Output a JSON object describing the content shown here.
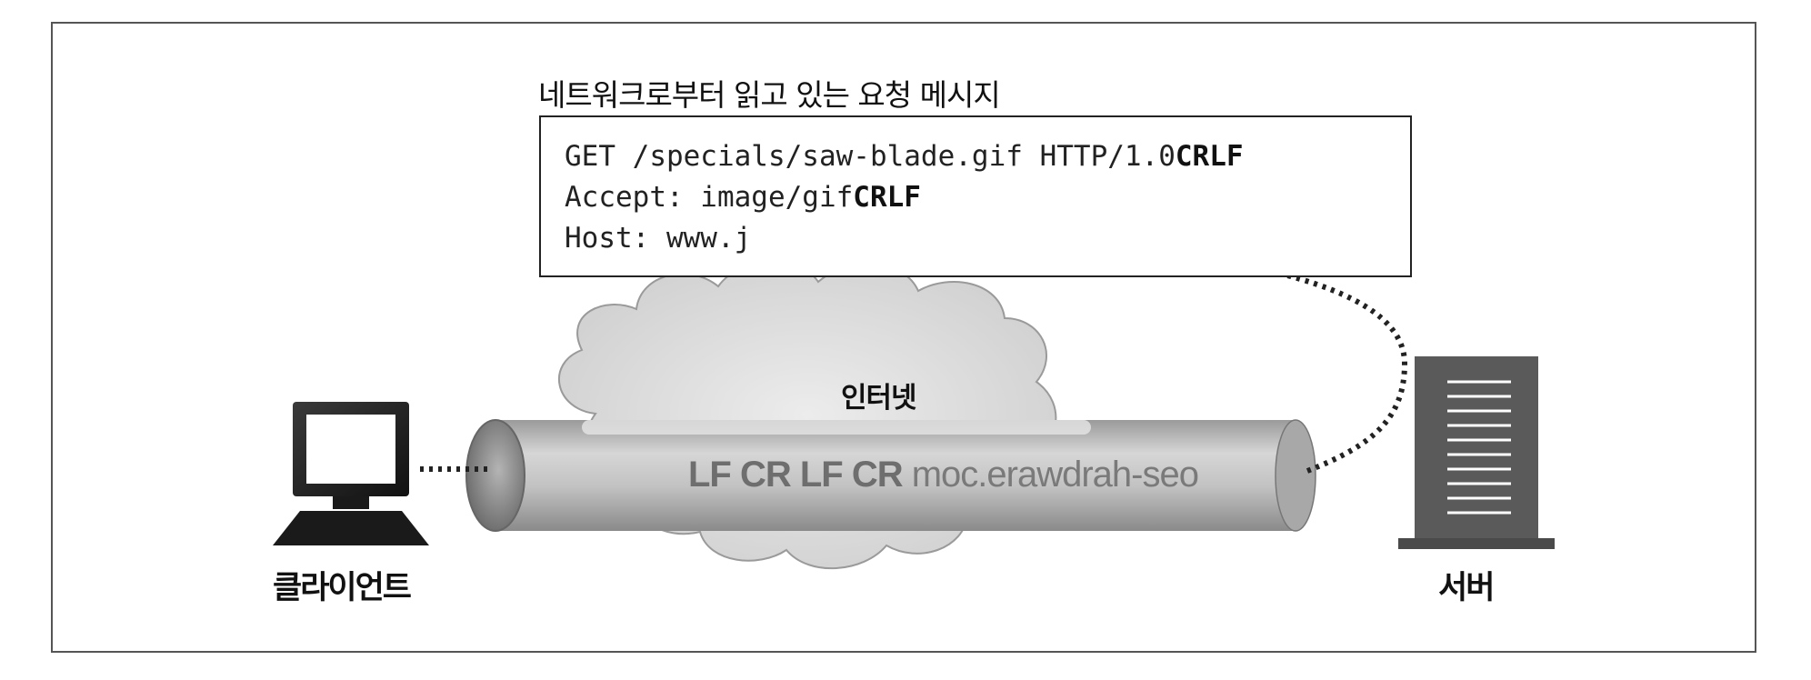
{
  "title": "네트워크로부터 읽고 있는 요청 메시지",
  "request_message": {
    "line1": {
      "text": "GET /specials/saw-blade.gif HTTP/1.0",
      "terminator": "CRLF"
    },
    "line2": {
      "text": "Accept: image/gif",
      "terminator": "CRLF"
    },
    "line3": {
      "text": "Host: www.j",
      "terminator": ""
    }
  },
  "network": {
    "label": "인터넷",
    "stream_bold": "LF CR LF CR",
    "stream_plain": " moc.erawdrah-seo"
  },
  "client": {
    "label": "클라이언트",
    "icon": "computer-icon"
  },
  "server": {
    "label": "서버",
    "icon": "server-icon"
  },
  "colors": {
    "border": "#555555",
    "pipe": "#b8b8b8",
    "cloud": "#e2e2e2",
    "server": "#5a5a5a",
    "arrow": "#222222"
  }
}
